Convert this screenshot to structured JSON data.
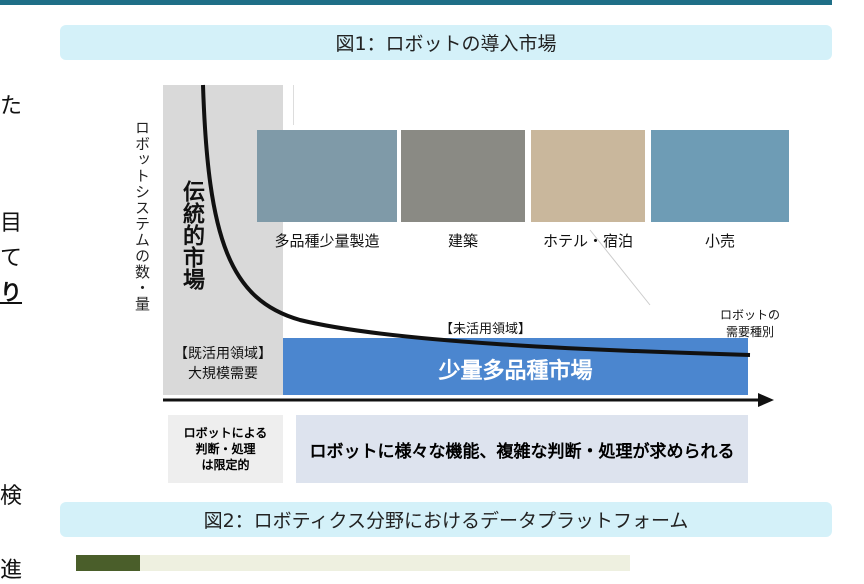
{
  "figure1": {
    "title": "図1：ロボットの導入市場",
    "y_axis_label": "ロボットシステムの数・量",
    "traditional_market": "伝統的市場",
    "existing_area": "【既活用領域】",
    "large_demand": "大規模需要",
    "unused_area": "【未活用領域】",
    "small_lot_market": "少量多品種市場",
    "x_axis_label_line1": "ロボットの",
    "x_axis_label_line2": "需要種別",
    "photos": [
      {
        "label": "多品種少量製造",
        "color": "#7f9aa8"
      },
      {
        "label": "建築",
        "color": "#8a8a84"
      },
      {
        "label": "ホテル・宿泊",
        "color": "#c9b79c"
      },
      {
        "label": "小売",
        "color": "#6e9cb5"
      }
    ],
    "limited_box": [
      "ロボットによる",
      "判断・処理",
      "は限定的"
    ],
    "demand_box": "ロボットに様々な機能、複雑な判断・処理が求められる",
    "colors": {
      "blue": "#4b86cf",
      "gray": "#d9d9d9",
      "banner": "#d4f1f9"
    }
  },
  "figure2": {
    "title": "図2：ロボティクス分野におけるデータプラットフォーム"
  },
  "side_text": [
    "た",
    "目",
    "て",
    "り",
    "検",
    "進"
  ]
}
